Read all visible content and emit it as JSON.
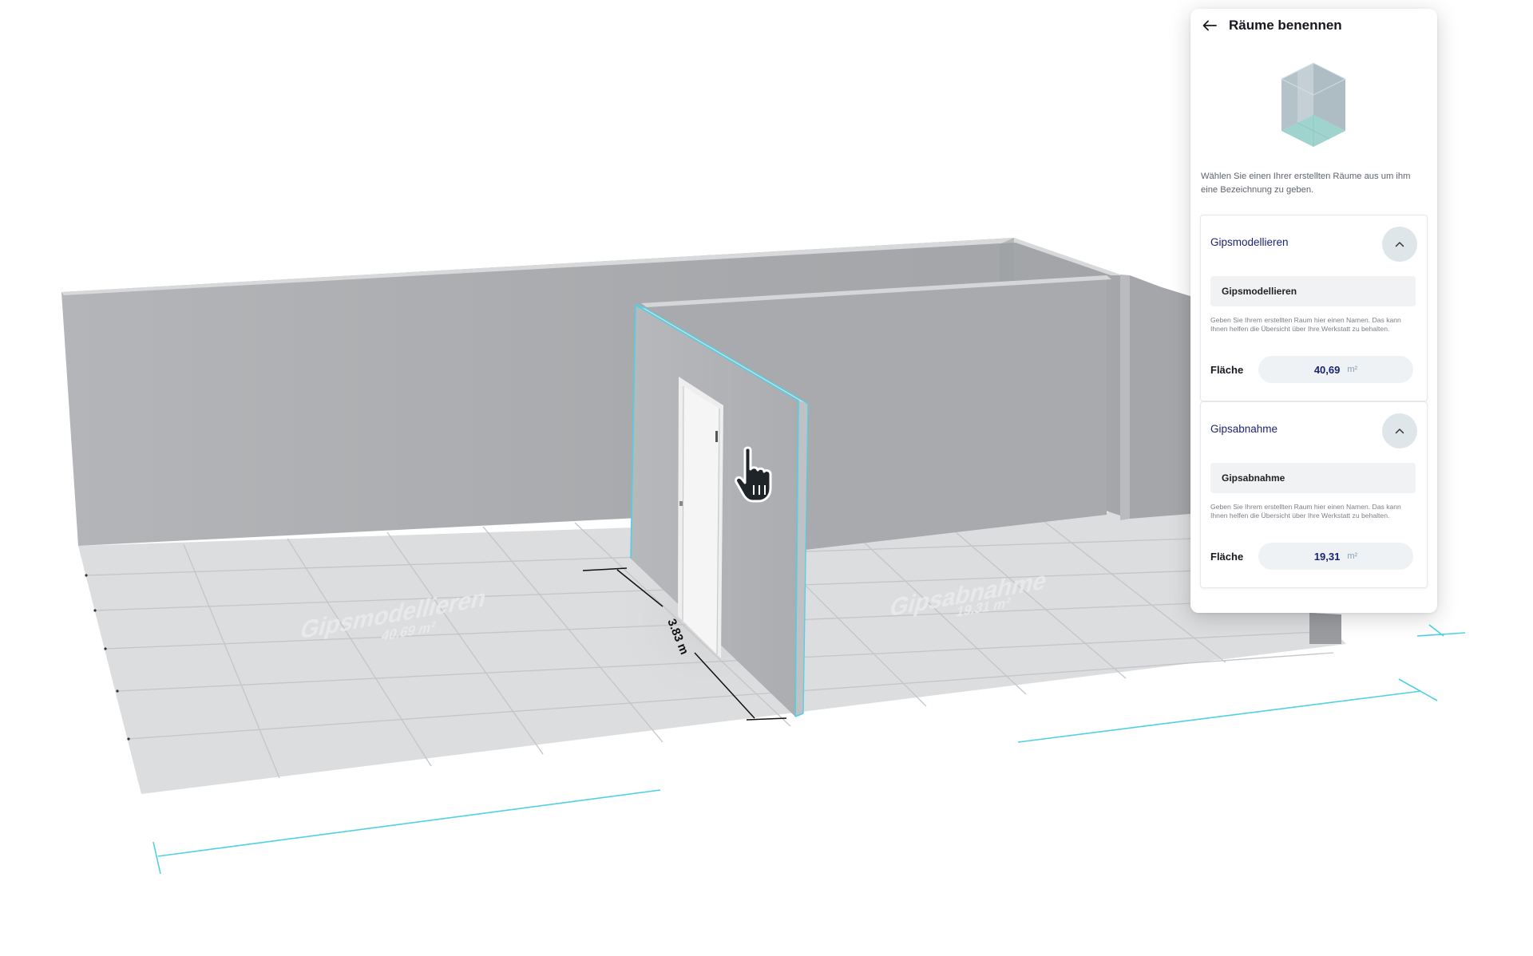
{
  "scene": {
    "rooms": [
      {
        "name": "Gipsmodellieren",
        "area": "40.69 m²"
      },
      {
        "name": "Gipsabnahme",
        "area": "19.31 m²"
      }
    ],
    "wall_dimension": "3.83 m",
    "accent_color": "#4fd0e4"
  },
  "panel": {
    "title": "Räume benennen",
    "intro": "Wählen Sie einen Ihrer erstellten Räume aus um ihm eine Bezeichnung zu geben.",
    "rooms": [
      {
        "name": "Gipsmodellieren",
        "input_value": "Gipsmodellieren",
        "helper": "Geben Sie Ihrem erstellten Raum hier einen Namen. Das kann Ihnen helfen die Übersicht über Ihre Werkstatt zu behalten.",
        "area_label": "Fläche",
        "area_value": "40,69",
        "area_unit": "m²"
      },
      {
        "name": "Gipsabnahme",
        "input_value": "Gipsabnahme",
        "helper": "Geben Sie Ihrem erstellten Raum hier einen Namen. Das kann Ihnen helfen die Übersicht über Ihre Werkstatt zu behalten.",
        "area_label": "Fläche",
        "area_value": "19,31",
        "area_unit": "m²"
      }
    ]
  },
  "colors": {
    "accent": "#4fd0e4",
    "title_text": "#17171f",
    "room_name": "#1b2470",
    "wall": "#a9abae",
    "floor": "#dedfe0"
  },
  "icons": {
    "back": "arrow-left-icon",
    "collapse": "chevron-up-icon",
    "cursor": "hand-pointer-icon"
  }
}
